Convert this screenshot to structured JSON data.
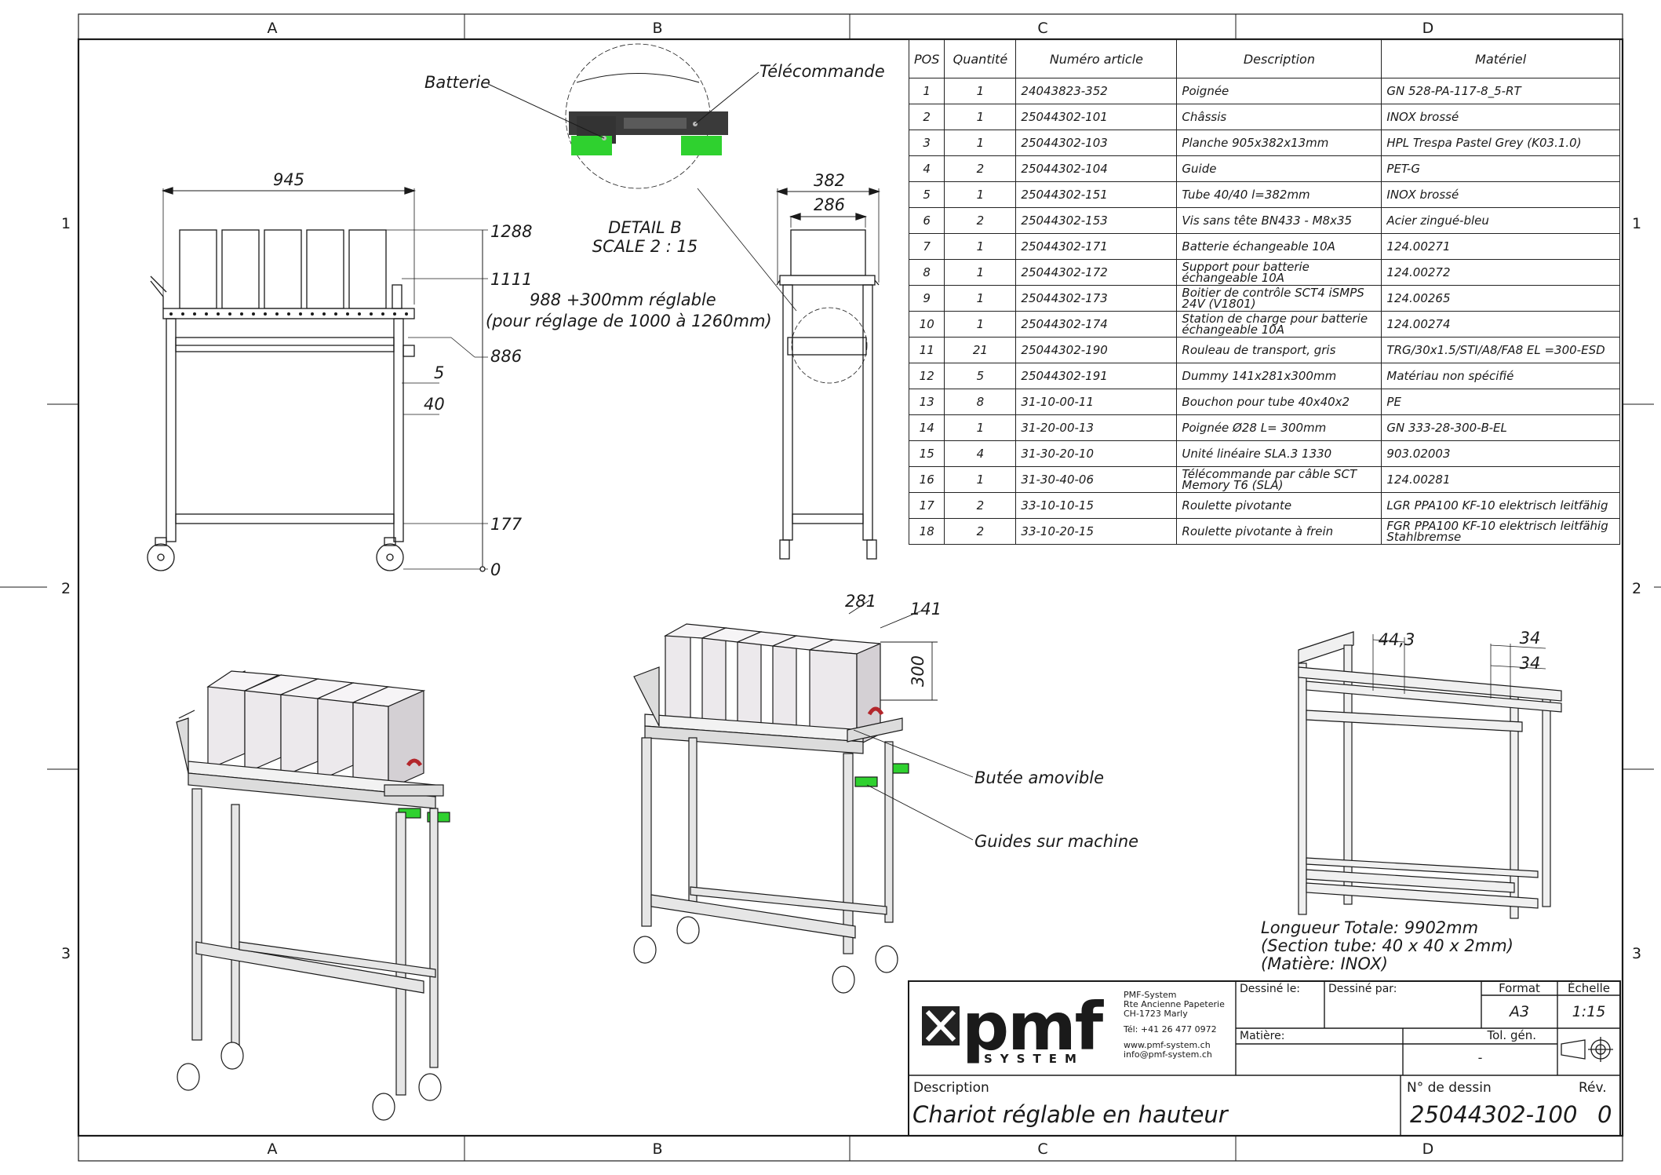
{
  "zone_columns": [
    "A",
    "B",
    "C",
    "D"
  ],
  "zone_rows": [
    "1",
    "2",
    "3"
  ],
  "bom": {
    "headers": [
      "POS",
      "Quantité",
      "Numéro article",
      "Description",
      "Matériel"
    ],
    "rows": [
      [
        "1",
        "1",
        "24043823-352",
        "Poignée",
        "GN 528-PA-117-8_5-RT"
      ],
      [
        "2",
        "1",
        "25044302-101",
        "Châssis",
        "INOX brossé"
      ],
      [
        "3",
        "1",
        "25044302-103",
        "Planche 905x382x13mm",
        "HPL Trespa Pastel Grey (K03.1.0)"
      ],
      [
        "4",
        "2",
        "25044302-104",
        "Guide",
        "PET-G"
      ],
      [
        "5",
        "1",
        "25044302-151",
        "Tube 40/40 l=382mm",
        "INOX brossé"
      ],
      [
        "6",
        "2",
        "25044302-153",
        "Vis sans tête BN433 - M8x35",
        "Acier zingué-bleu"
      ],
      [
        "7",
        "1",
        "25044302-171",
        "Batterie échangeable 10A",
        "124.00271"
      ],
      [
        "8",
        "1",
        "25044302-172",
        "Support pour batterie échangeable 10A",
        "124.00272"
      ],
      [
        "9",
        "1",
        "25044302-173",
        "Boitier de contrôle SCT4 iSMPS 24V (V1801)",
        "124.00265"
      ],
      [
        "10",
        "1",
        "25044302-174",
        "Station de charge pour batterie échangeable 10A",
        "124.00274"
      ],
      [
        "11",
        "21",
        "25044302-190",
        "Rouleau de transport, gris",
        "TRG/30x1.5/STI/A8/FA8 EL =300-ESD"
      ],
      [
        "12",
        "5",
        "25044302-191",
        "Dummy 141x281x300mm",
        "Matériau non spécifié"
      ],
      [
        "13",
        "8",
        "31-10-00-11",
        "Bouchon pour tube 40x40x2",
        "PE"
      ],
      [
        "14",
        "1",
        "31-20-00-13",
        "Poignée Ø28 L= 300mm",
        "GN 333-28-300-B-EL"
      ],
      [
        "15",
        "4",
        "31-30-20-10",
        "Unité linéaire SLA.3 1330",
        "903.02003"
      ],
      [
        "16",
        "1",
        "31-30-40-06",
        "Télécommande par câble SCT Memory T6 (SLA)",
        "124.00281"
      ],
      [
        "17",
        "2",
        "33-10-10-15",
        "Roulette pivotante",
        "LGR PPA100 KF-10 elektrisch leitfähig"
      ],
      [
        "18",
        "2",
        "33-10-20-15",
        "Roulette pivotante à frein",
        "FGR PPA100 KF-10 elektrisch leitfähig Stahlbremse"
      ]
    ]
  },
  "front_view": {
    "dim_width": "945",
    "dim_1288": "1288",
    "dim_1111": "1111",
    "dim_886": "886",
    "dim_177": "177",
    "dim_0": "0",
    "dim_5": "5",
    "dim_40": "40",
    "note_line1": "988 +300mm réglable",
    "note_line2": "(pour réglage de 1000 à 1260mm)"
  },
  "side_view": {
    "dim_outer": "382",
    "dim_inner": "286"
  },
  "detail": {
    "label_battery": "Batterie",
    "label_remote": "Télécommande",
    "title": "DETAIL B",
    "scale": "SCALE 2 : 15"
  },
  "iso_view": {
    "dim_281": "281",
    "dim_141": "141",
    "dim_300": "300",
    "label_stop": "Butée amovible",
    "label_guides": "Guides sur machine"
  },
  "frame_view": {
    "dim_44_3": "44,3",
    "dim_34a": "34",
    "dim_34b": "34",
    "note1": "Longueur Totale: 9902mm",
    "note2": "(Section tube: 40 x 40 x 2mm)",
    "note3": "(Matière: INOX)"
  },
  "title_block": {
    "company_lines": [
      "PMF-System",
      "Rte Ancienne Papeterie",
      "CH-1723 Marly"
    ],
    "phone": "Tél: +41 26 477 0972",
    "web": "www.pmf-system.ch",
    "email": "info@pmf-system.ch",
    "logo_text": "pmf",
    "logo_sub": "SYSTEM",
    "drawn_on_label": "Dessiné le:",
    "drawn_by_label": "Dessiné par:",
    "format_label": "Format",
    "format_value": "A3",
    "scale_label": "Échelle",
    "scale_value": "1:15",
    "material_label": "Matière:",
    "tolerance_label": "Tol. gén.",
    "tolerance_value": "-",
    "description_label": "Description",
    "description_value": "Chariot réglable en hauteur",
    "drawing_no_label": "N° de dessin",
    "drawing_no_value": "25044302-100",
    "rev_label": "Rév.",
    "rev_value": "0"
  },
  "colors": {
    "line": "#1a1a1a",
    "guide_green": "#2fd12f",
    "stop_red": "#b3262b",
    "box_fill": "#ece9ec",
    "steel": "#d9d9d9"
  }
}
